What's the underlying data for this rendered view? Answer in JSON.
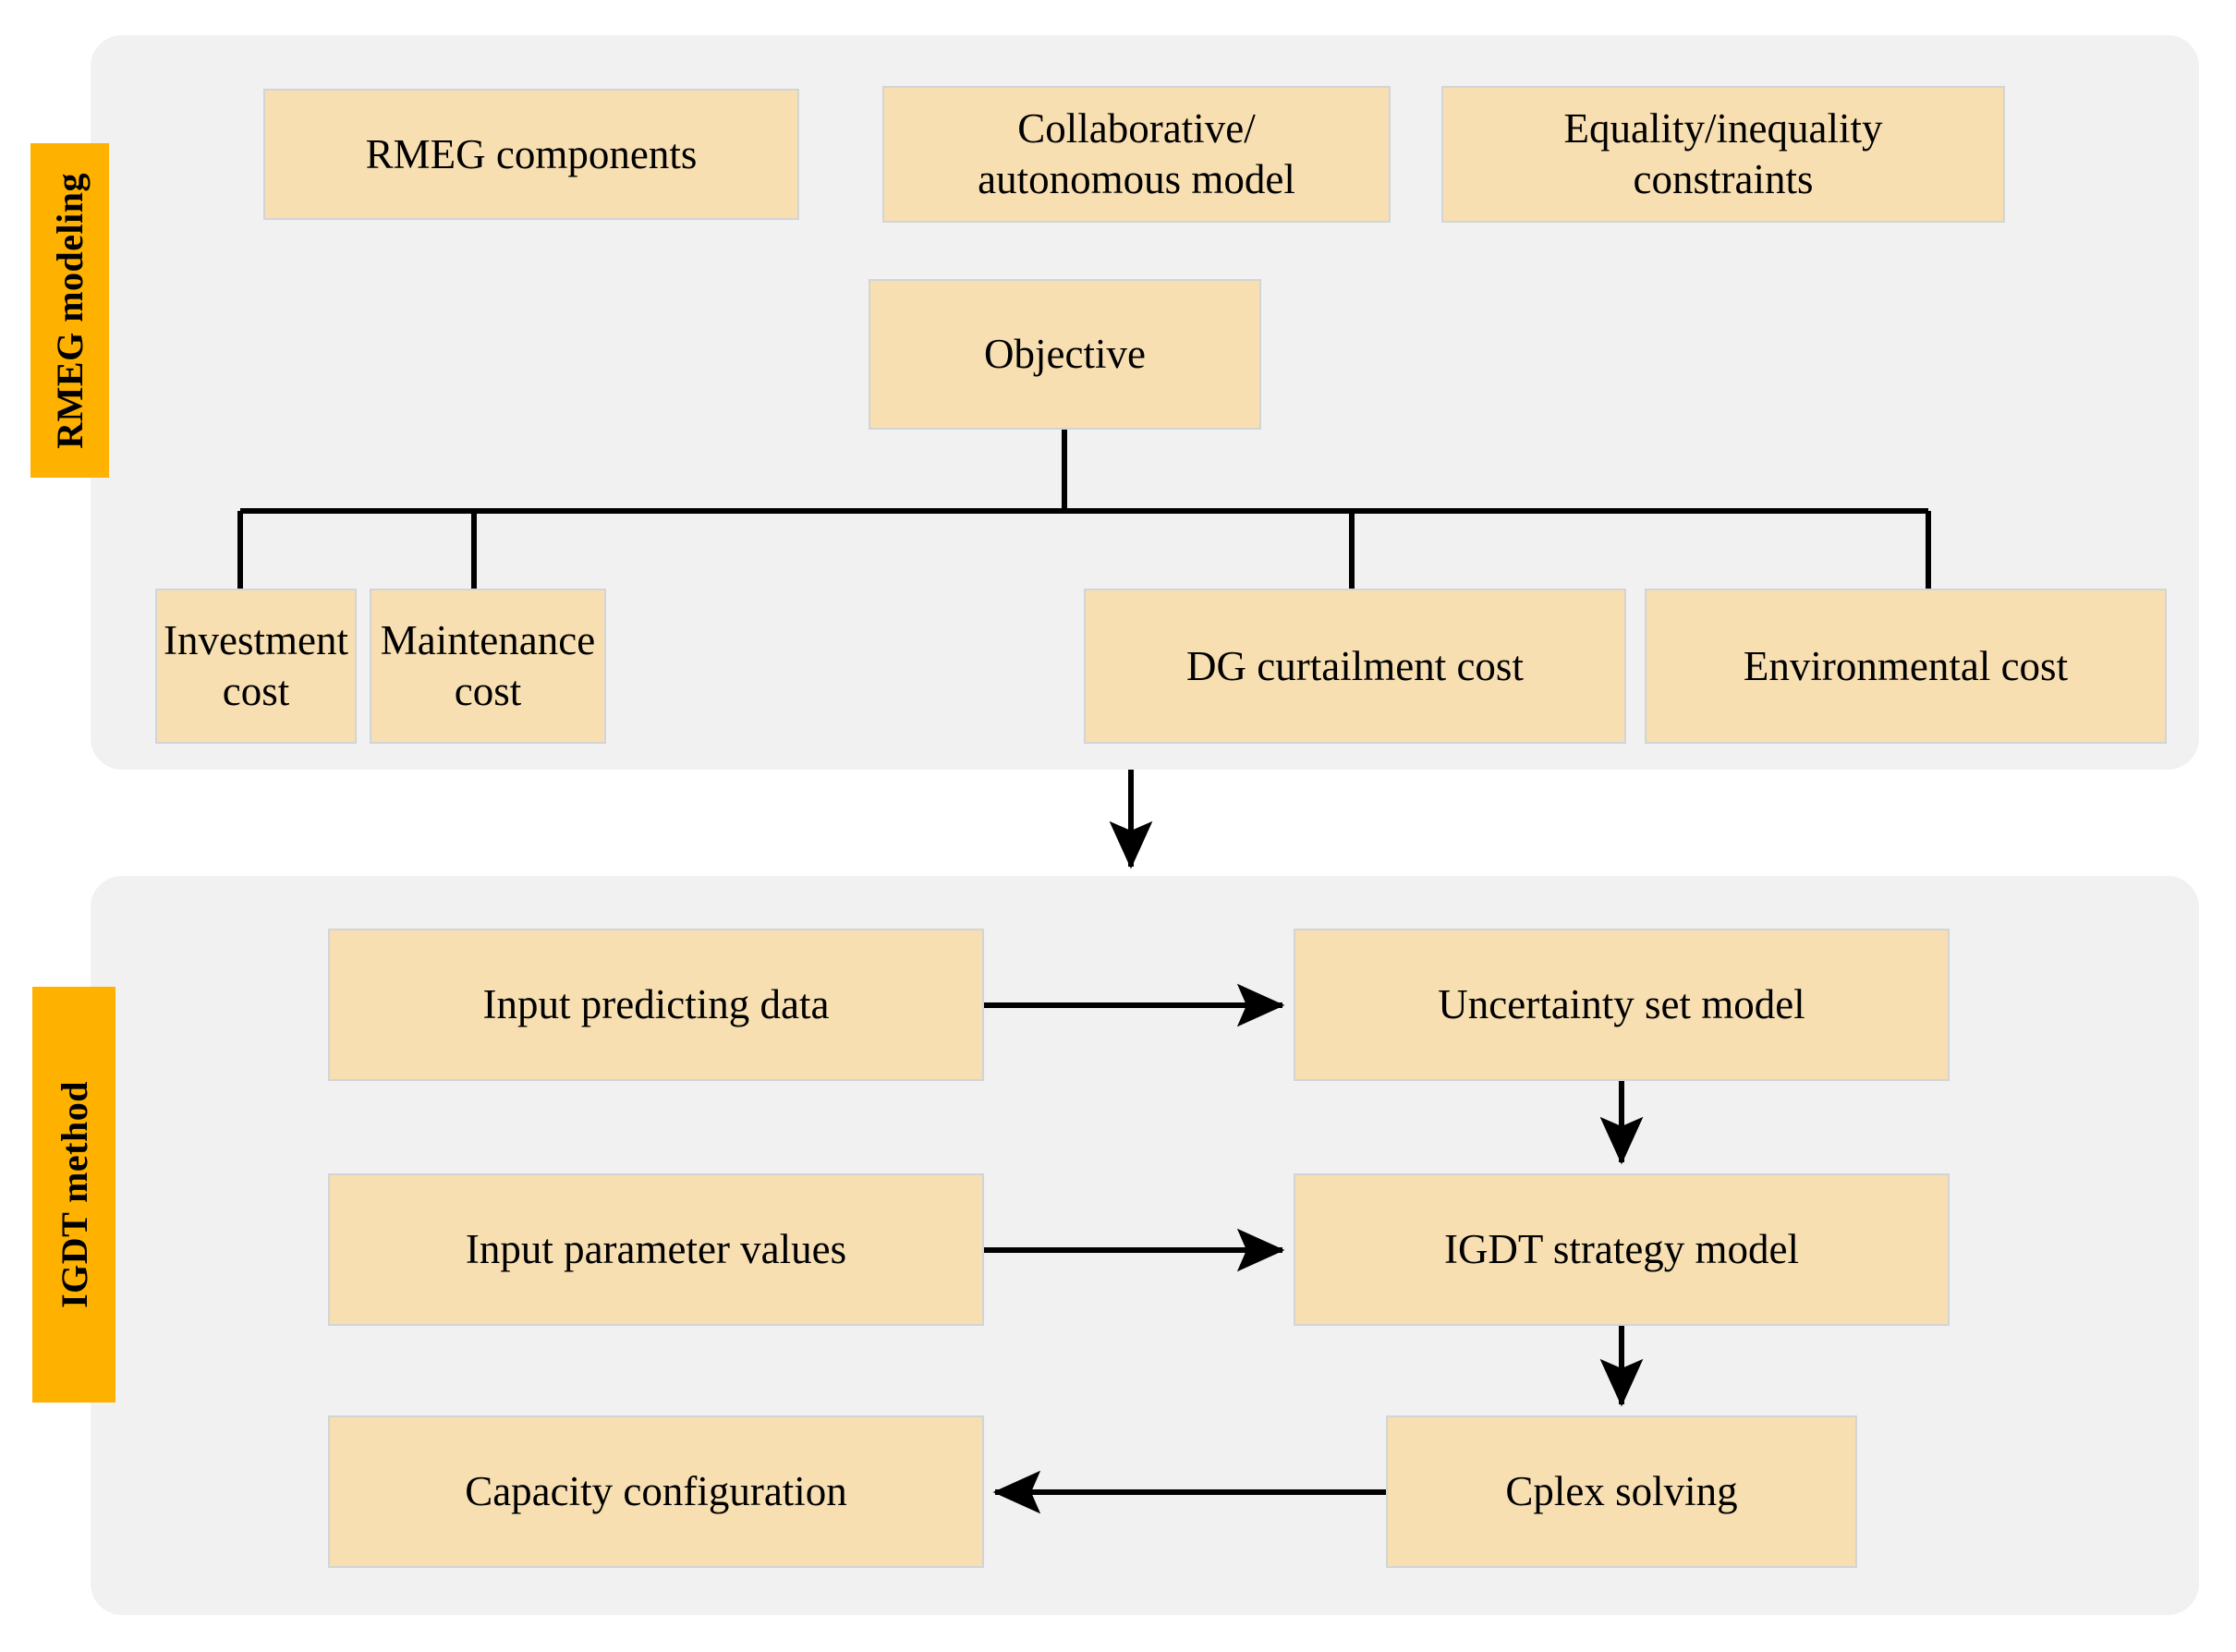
{
  "diagram": {
    "title_sections": [
      {
        "label": "RMEG modeling"
      },
      {
        "label": "IGDT method"
      }
    ],
    "colors": {
      "panel_background": "#f1f1f1",
      "tab_orange": "#ffb100",
      "node_fill": "#f7dfb2",
      "node_border": "#d3d4d6",
      "edge": "#000000",
      "page_background": "#ffffff"
    },
    "sections": [
      {
        "id": "rmeg-modeling",
        "tab_label": "RMEG modeling",
        "nodes": [
          {
            "id": "rmeg-components",
            "label": "RMEG components"
          },
          {
            "id": "collaborative-autonomous-model",
            "label": "Collaborative/\nautonomous model"
          },
          {
            "id": "equality-inequality-constraints",
            "label": "Equality/inequality\nconstraints"
          },
          {
            "id": "objective",
            "label": "Objective"
          },
          {
            "id": "investment-cost",
            "label": "Investment cost"
          },
          {
            "id": "maintenance-cost",
            "label": "Maintenance cost"
          },
          {
            "id": "dg-curtailment-cost",
            "label": "DG curtailment cost"
          },
          {
            "id": "environmental-cost",
            "label": "Environmental cost"
          }
        ]
      },
      {
        "id": "igdt-method",
        "tab_label": "IGDT method",
        "nodes": [
          {
            "id": "input-predicting-data",
            "label": "Input predicting data"
          },
          {
            "id": "uncertainty-set-model",
            "label": "Uncertainty set model"
          },
          {
            "id": "input-parameter-values",
            "label": "Input parameter values"
          },
          {
            "id": "igdt-strategy-model",
            "label": "IGDT strategy model"
          },
          {
            "id": "capacity-configuration",
            "label": "Capacity configuration"
          },
          {
            "id": "cplex-solving",
            "label": "Cplex solving"
          }
        ]
      }
    ],
    "edges": [
      {
        "from": "objective",
        "to": "investment-cost",
        "type": "tree-branch"
      },
      {
        "from": "objective",
        "to": "maintenance-cost",
        "type": "tree-branch"
      },
      {
        "from": "objective",
        "to": "dg-curtailment-cost",
        "type": "tree-branch"
      },
      {
        "from": "objective",
        "to": "environmental-cost",
        "type": "tree-branch"
      },
      {
        "from": "rmeg-modeling",
        "to": "igdt-method",
        "type": "arrow-down"
      },
      {
        "from": "input-predicting-data",
        "to": "uncertainty-set-model",
        "type": "arrow-right"
      },
      {
        "from": "uncertainty-set-model",
        "to": "igdt-strategy-model",
        "type": "arrow-down"
      },
      {
        "from": "input-parameter-values",
        "to": "igdt-strategy-model",
        "type": "arrow-right"
      },
      {
        "from": "igdt-strategy-model",
        "to": "cplex-solving",
        "type": "arrow-down"
      },
      {
        "from": "cplex-solving",
        "to": "capacity-configuration",
        "type": "arrow-left"
      }
    ]
  }
}
